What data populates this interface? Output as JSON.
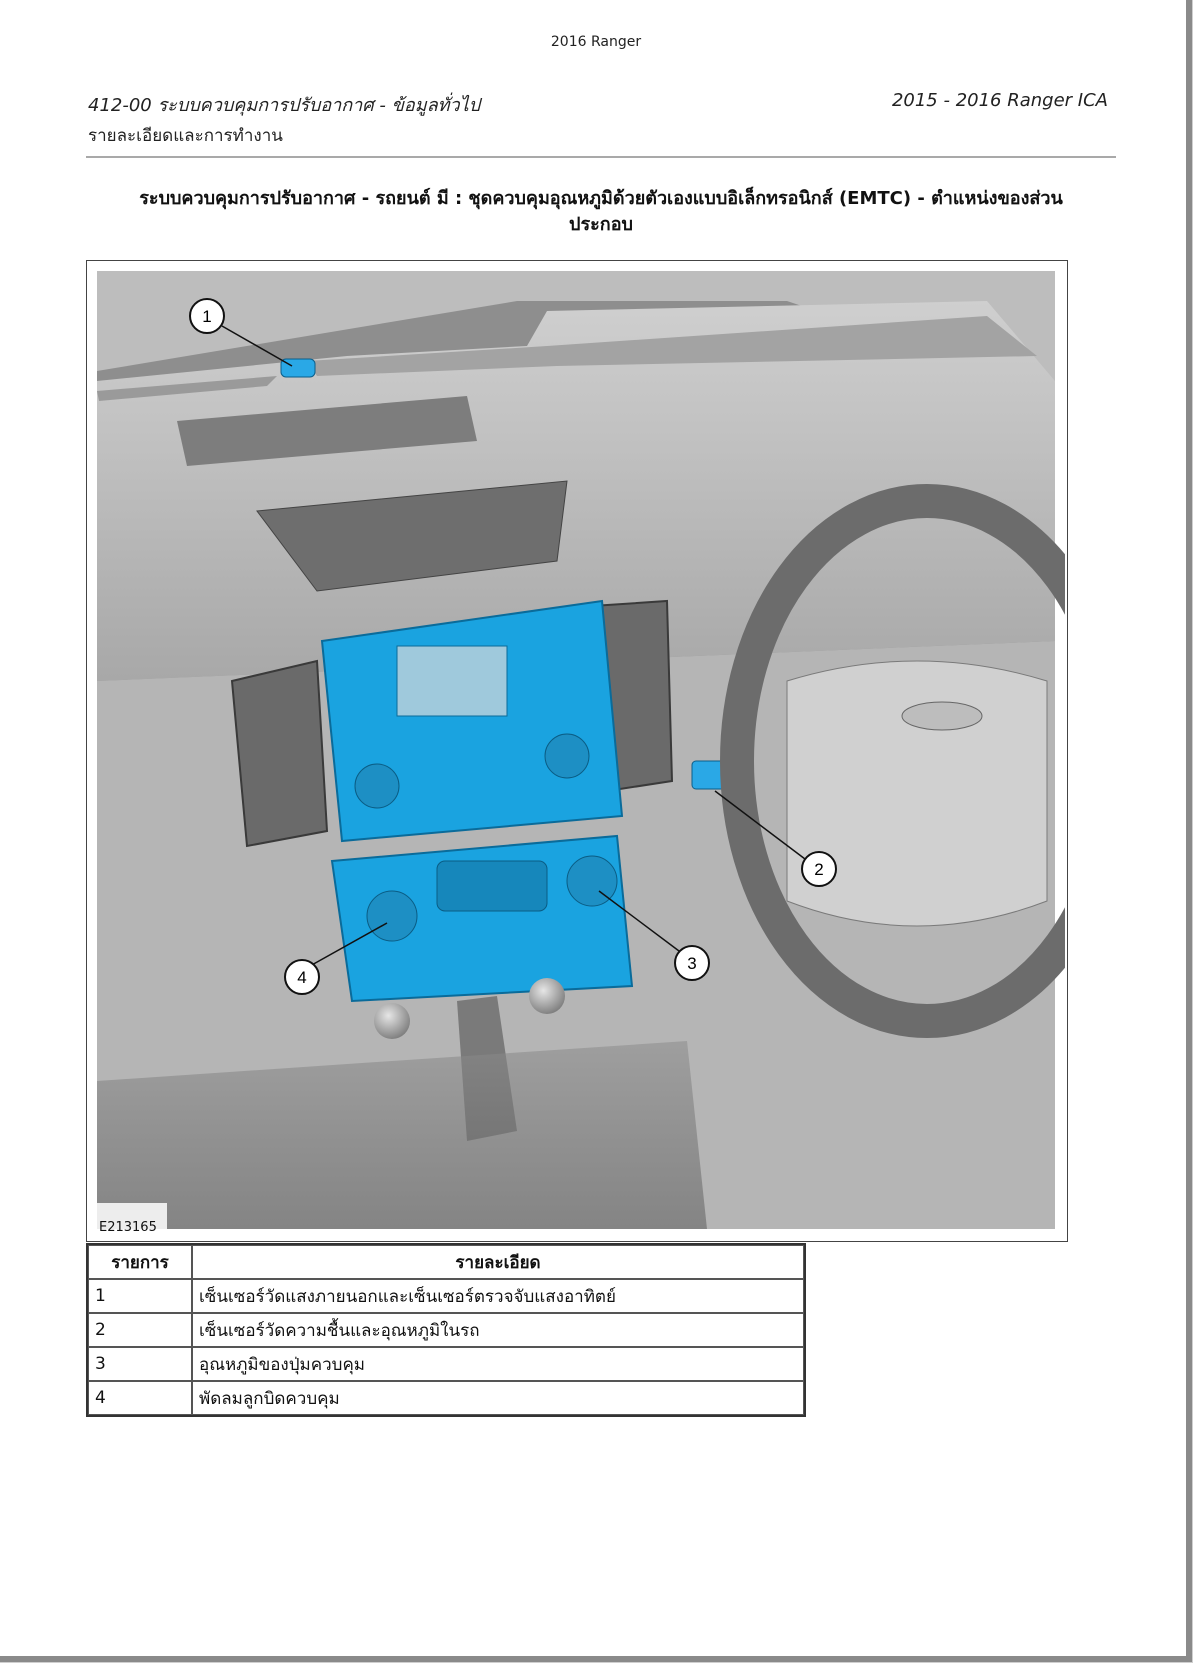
{
  "document": {
    "top_title": "2016 Ranger",
    "section_code": "412-00 ระบบควบคุมการปรับอากาศ - ข้อมูลทั่วไป",
    "section_sub": "รายละเอียดและการทำงาน",
    "model_range": "2015 - 2016 Ranger ICA",
    "page_title_line1": "ระบบควบคุมการปรับอากาศ - รถยนต์ มี : ชุดควบคุมอุณหภูมิด้วยตัวเองแบบอิเล็กทรอนิกส์ (EMTC) - ตำแหน่งของส่วน",
    "page_title_line2": "ประกอบ"
  },
  "figure": {
    "id": "E213165",
    "callouts": [
      "1",
      "2",
      "3",
      "4"
    ],
    "highlight_color": "#1aa3e0"
  },
  "table": {
    "headers": [
      "รายการ",
      "รายละเอียด"
    ],
    "rows": [
      [
        "1",
        "เซ็นเซอร์วัดแสงภายนอกและเซ็นเซอร์ตรวจจับแสงอาทิตย์"
      ],
      [
        "2",
        "เซ็นเซอร์วัดความชื้นและอุณหภูมิในรถ"
      ],
      [
        "3",
        "อุณหภูมิของปุ่มควบคุม"
      ],
      [
        "4",
        "พัดลมลูกบิดควบคุม"
      ]
    ]
  }
}
